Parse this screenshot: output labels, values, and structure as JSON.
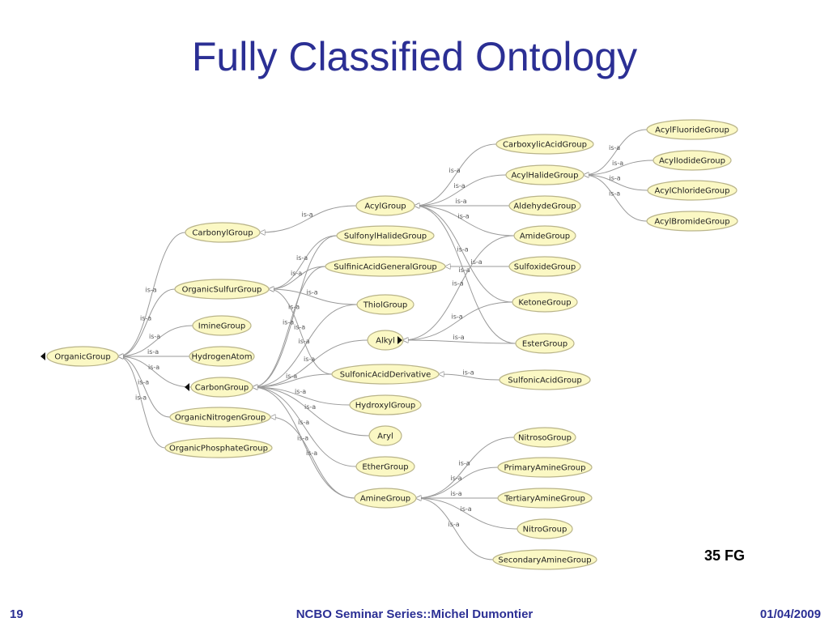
{
  "slide": {
    "title": "Fully Classified Ontology",
    "annotation": "35 FG",
    "footer_page": "19",
    "footer_center": "NCBO Seminar Series::Michel Dumontier",
    "footer_date": "01/04/2009"
  },
  "diagram": {
    "edge_label": "is-a",
    "nodes": [
      {
        "id": "organic-group",
        "label": "OrganicGroup"
      },
      {
        "id": "carbonyl-group",
        "label": "CarbonylGroup"
      },
      {
        "id": "organic-sulfur-group",
        "label": "OrganicSulfurGroup"
      },
      {
        "id": "imine-group",
        "label": "ImineGroup"
      },
      {
        "id": "hydrogen-atom",
        "label": "HydrogenAtom"
      },
      {
        "id": "carbon-group",
        "label": "CarbonGroup"
      },
      {
        "id": "organic-nitrogen-group",
        "label": "OrganicNitrogenGroup"
      },
      {
        "id": "organic-phosphate-group",
        "label": "OrganicPhosphateGroup"
      },
      {
        "id": "acyl-group",
        "label": "AcylGroup"
      },
      {
        "id": "sulfonyl-halide-group",
        "label": "SulfonylHalideGroup"
      },
      {
        "id": "sulfinic-acid-general-group",
        "label": "SulfinicAcidGeneralGroup"
      },
      {
        "id": "thiol-group",
        "label": "ThiolGroup"
      },
      {
        "id": "alkyl",
        "label": "Alkyl"
      },
      {
        "id": "sulfonic-acid-derivative",
        "label": "SulfonicAcidDerivative"
      },
      {
        "id": "hydroxyl-group",
        "label": "HydroxylGroup"
      },
      {
        "id": "aryl",
        "label": "Aryl"
      },
      {
        "id": "ether-group",
        "label": "EtherGroup"
      },
      {
        "id": "amine-group",
        "label": "AmineGroup"
      },
      {
        "id": "carboxylic-acid-group",
        "label": "CarboxylicAcidGroup"
      },
      {
        "id": "acyl-halide-group",
        "label": "AcylHalideGroup"
      },
      {
        "id": "aldehyde-group",
        "label": "AldehydeGroup"
      },
      {
        "id": "amide-group",
        "label": "AmideGroup"
      },
      {
        "id": "sulfoxide-group",
        "label": "SulfoxideGroup"
      },
      {
        "id": "ketone-group",
        "label": "KetoneGroup"
      },
      {
        "id": "ester-group",
        "label": "EsterGroup"
      },
      {
        "id": "sulfonic-acid-group",
        "label": "SulfonicAcidGroup"
      },
      {
        "id": "nitroso-group",
        "label": "NitrosoGroup"
      },
      {
        "id": "primary-amine-group",
        "label": "PrimaryAmineGroup"
      },
      {
        "id": "tertiary-amine-group",
        "label": "TertiaryAmineGroup"
      },
      {
        "id": "nitro-group",
        "label": "NitroGroup"
      },
      {
        "id": "secondary-amine-group",
        "label": "SecondaryAmineGroup"
      },
      {
        "id": "acyl-fluoride-group",
        "label": "AcylFluorideGroup"
      },
      {
        "id": "acyl-iodide-group",
        "label": "AcylIodideGroup"
      },
      {
        "id": "acyl-chloride-group",
        "label": "AcylChlorideGroup"
      },
      {
        "id": "acyl-bromide-group",
        "label": "AcylBromideGroup"
      }
    ],
    "edges": [
      {
        "from": "carbonyl-group",
        "to": "organic-group"
      },
      {
        "from": "organic-sulfur-group",
        "to": "organic-group"
      },
      {
        "from": "imine-group",
        "to": "organic-group"
      },
      {
        "from": "hydrogen-atom",
        "to": "organic-group"
      },
      {
        "from": "carbon-group",
        "to": "organic-group"
      },
      {
        "from": "organic-nitrogen-group",
        "to": "organic-group"
      },
      {
        "from": "organic-phosphate-group",
        "to": "organic-group"
      },
      {
        "from": "acyl-group",
        "to": "carbonyl-group"
      },
      {
        "from": "sulfonyl-halide-group",
        "to": "organic-sulfur-group"
      },
      {
        "from": "sulfinic-acid-general-group",
        "to": "organic-sulfur-group"
      },
      {
        "from": "thiol-group",
        "to": "organic-sulfur-group"
      },
      {
        "from": "sulfonic-acid-derivative",
        "to": "organic-sulfur-group"
      },
      {
        "from": "sulfonyl-halide-group",
        "to": "carbon-group"
      },
      {
        "from": "sulfinic-acid-general-group",
        "to": "carbon-group"
      },
      {
        "from": "thiol-group",
        "to": "carbon-group"
      },
      {
        "from": "alkyl",
        "to": "carbon-group"
      },
      {
        "from": "sulfonic-acid-derivative",
        "to": "carbon-group"
      },
      {
        "from": "hydroxyl-group",
        "to": "carbon-group"
      },
      {
        "from": "aryl",
        "to": "carbon-group"
      },
      {
        "from": "ether-group",
        "to": "carbon-group"
      },
      {
        "from": "amine-group",
        "to": "carbon-group"
      },
      {
        "from": "amine-group",
        "to": "organic-nitrogen-group"
      },
      {
        "from": "carboxylic-acid-group",
        "to": "acyl-group"
      },
      {
        "from": "acyl-halide-group",
        "to": "acyl-group"
      },
      {
        "from": "aldehyde-group",
        "to": "acyl-group"
      },
      {
        "from": "amide-group",
        "to": "acyl-group"
      },
      {
        "from": "ketone-group",
        "to": "acyl-group"
      },
      {
        "from": "ester-group",
        "to": "acyl-group"
      },
      {
        "from": "sulfoxide-group",
        "to": "sulfinic-acid-general-group"
      },
      {
        "from": "ketone-group",
        "to": "alkyl"
      },
      {
        "from": "ester-group",
        "to": "alkyl"
      },
      {
        "from": "amide-group",
        "to": "alkyl"
      },
      {
        "from": "sulfonic-acid-group",
        "to": "sulfonic-acid-derivative"
      },
      {
        "from": "nitroso-group",
        "to": "amine-group"
      },
      {
        "from": "primary-amine-group",
        "to": "amine-group"
      },
      {
        "from": "tertiary-amine-group",
        "to": "amine-group"
      },
      {
        "from": "nitro-group",
        "to": "amine-group"
      },
      {
        "from": "secondary-amine-group",
        "to": "amine-group"
      },
      {
        "from": "acyl-fluoride-group",
        "to": "acyl-halide-group"
      },
      {
        "from": "acyl-iodide-group",
        "to": "acyl-halide-group"
      },
      {
        "from": "acyl-chloride-group",
        "to": "acyl-halide-group"
      },
      {
        "from": "acyl-bromide-group",
        "to": "acyl-halide-group"
      }
    ]
  }
}
